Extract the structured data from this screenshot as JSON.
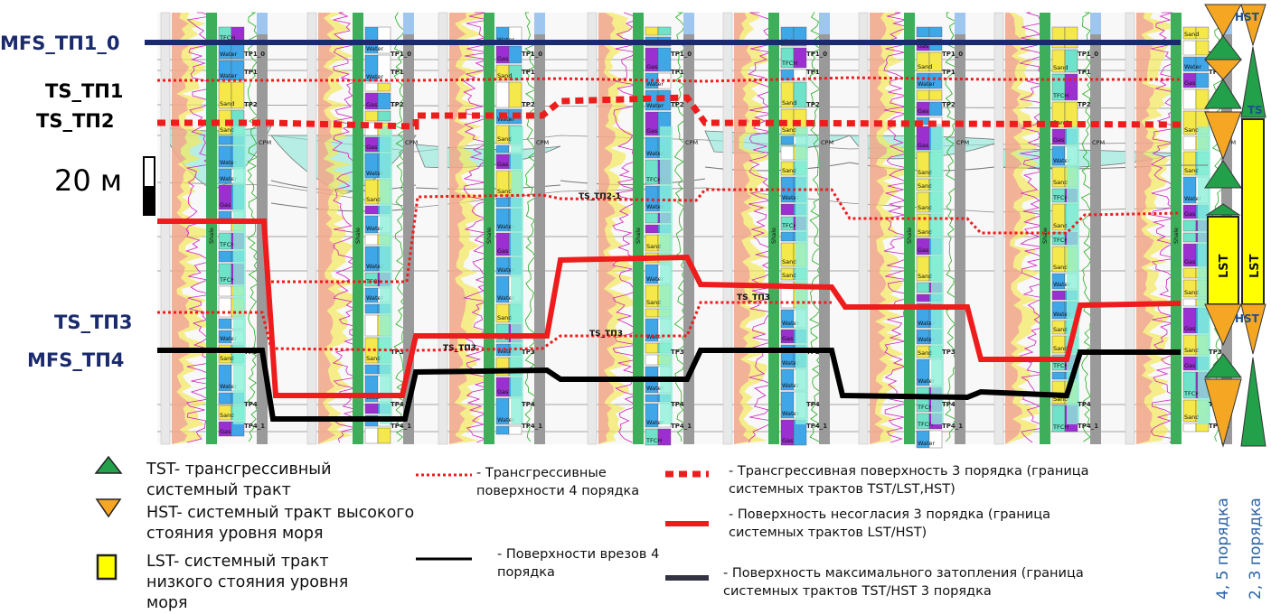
{
  "surface_labels": {
    "mfs_tp1_0": "MFS_ТП1_0",
    "ts_tp1": "TS_ТП1",
    "ts_tp2": "TS_ТП2",
    "ts_tp3": "TS_ТП3",
    "mfs_tp4": "MFS_ТП4"
  },
  "scale": {
    "label": "20 м"
  },
  "inline_labels": {
    "ts_tp2_1": "TS_ТП2-1",
    "ts_tp3_a": "TS_ТП3",
    "ts_tp3_b": "TS_ТП3",
    "ts_tp3_c": "TS_ТП3"
  },
  "tract_labels": {
    "hst": "HST",
    "lst": "LST",
    "ts": "TS"
  },
  "log_tags": {
    "tp1_0": "TP1_0",
    "tp1": "TP1",
    "tp2": "TP2",
    "tp3": "TP3",
    "tp4": "TP4",
    "tp4_1": "TP4_1",
    "cpm": "CPM",
    "sand": "Sand",
    "gas": "Gas",
    "shale": "Shale",
    "water": "Water",
    "tfch": "TFCH"
  },
  "legend": {
    "tst": "TST- трансгрессивный\nсистемный тракт",
    "hst": "HST- системный тракт высокого\nстояния уровня моря",
    "lst": "LST- системный тракт\nнизкого стояния уровня\nморя",
    "ts4": "-  Трансгрессивные\nповерхности 4 порядка",
    "incision4": "- Поверхности врезов 4\nпорядка",
    "ts3": "-  Трансгрессивная поверхность 3 порядка (граница\nсистемных трактов TST/LST,HST)",
    "unconf3": "-  Поверхность несогласия 3 порядка (граница\nсистемных трактов LST/HST)",
    "mfs3": "-  Поверхность максимального затопления (граница\nсистемных трактов TST/HST 3 порядка"
  },
  "order_labels": {
    "order45": "4, 5 порядка",
    "order23": "2, 3 порядка"
  },
  "colors": {
    "mfs_navy": "#1a2a6c",
    "red": "#ee1c1c",
    "black": "#000000",
    "green_tri": "#22a04a",
    "orange_tri": "#f5a623",
    "lst_yellow": "#ffff00",
    "label_blue": "#2e64a8"
  }
}
